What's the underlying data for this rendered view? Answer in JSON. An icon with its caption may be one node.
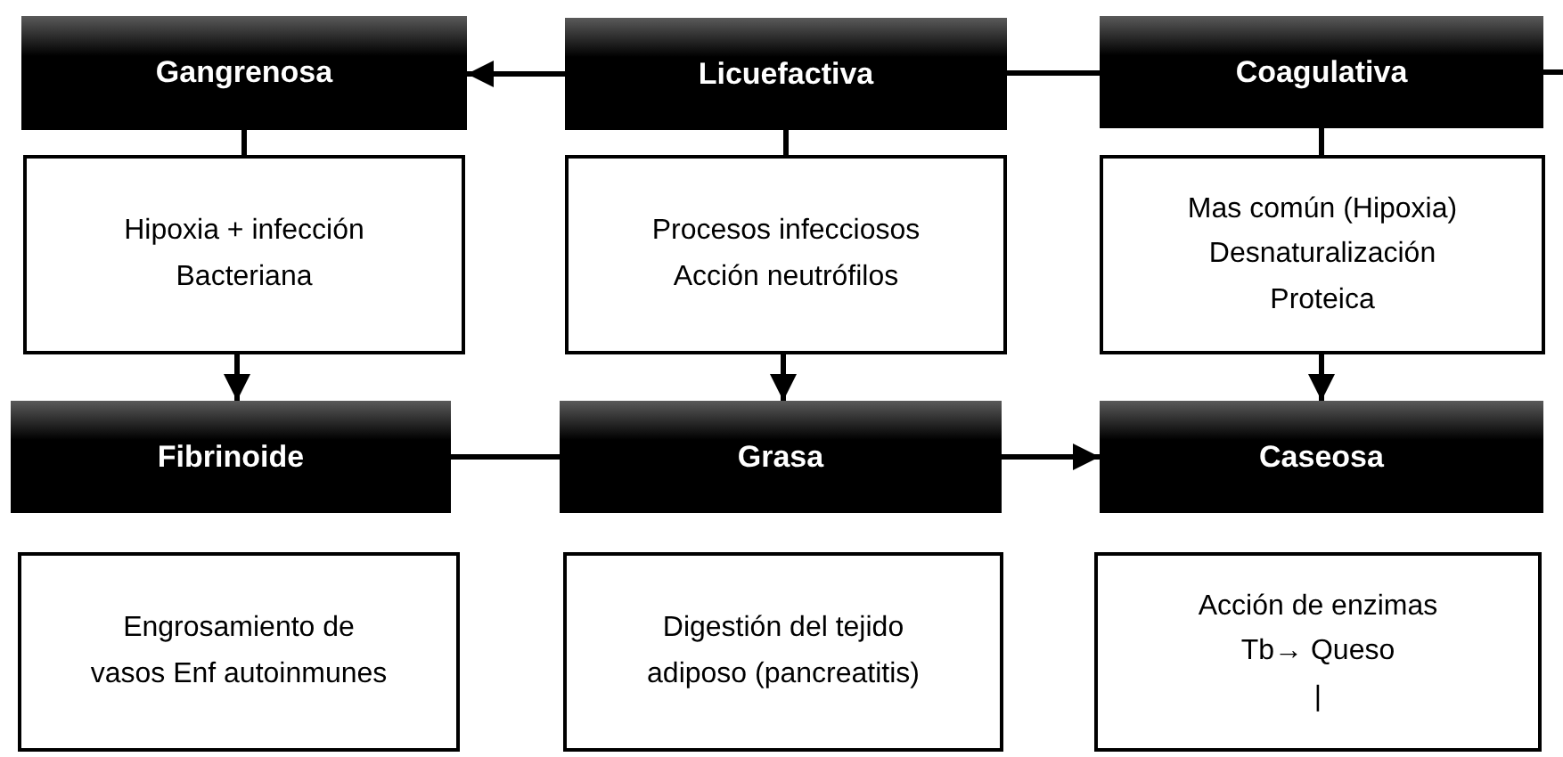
{
  "diagram": {
    "nodes": [
      {
        "text": [
          "Gangrenosa"
        ]
      },
      {
        "text": [
          "Licuefactiva"
        ]
      },
      {
        "text": [
          "Coagulativa"
        ]
      },
      {
        "text": [
          "Hipoxia + infección Bacteriana"
        ]
      },
      {
        "text": [
          "Procesos infecciosos Acción neutrófilos"
        ]
      },
      {
        "text": [
          "Mas común (Hipoxia) Desnaturalización Proteica"
        ]
      },
      {
        "text": [
          "Fibrinoide"
        ]
      },
      {
        "text": [
          "Grasa"
        ]
      },
      {
        "text": [
          "Caseosa"
        ]
      },
      {
        "text": [
          "Engrosamiento de vasos Enf autoinmunes"
        ]
      },
      {
        "text": [
          "Digestión del tejido adiposo (pancreatitis)"
        ]
      },
      {
        "text": [
          "Acción de enzimas Tb→ Queso",
          "|"
        ]
      }
    ],
    "edges": [
      {
        "from": 1,
        "to": 0,
        "arrow": "to"
      },
      {
        "from": 2,
        "to": 1,
        "arrow": "none"
      },
      {
        "from": 2,
        "to": null,
        "arrow": "none"
      },
      {
        "from": 0,
        "to": 3,
        "arrow": "none"
      },
      {
        "from": 3,
        "to": 6,
        "arrow": "to"
      },
      {
        "from": 1,
        "to": 4,
        "arrow": "none"
      },
      {
        "from": 4,
        "to": 7,
        "arrow": "to"
      },
      {
        "from": 2,
        "to": 5,
        "arrow": "none"
      },
      {
        "from": 5,
        "to": 8,
        "arrow": "to"
      },
      {
        "from": 6,
        "to": 7,
        "arrow": "none"
      },
      {
        "from": 7,
        "to": 8,
        "arrow": "to"
      }
    ]
  }
}
